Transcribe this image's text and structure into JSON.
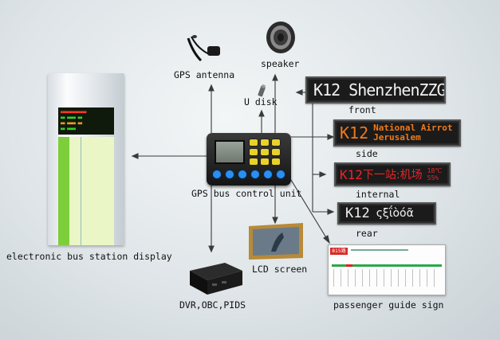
{
  "labels": {
    "gps_antenna": "GPS antenna",
    "speaker": "speaker",
    "u_disk": "U disk",
    "front": "front",
    "side": "side",
    "internal": "internal",
    "rear": "rear",
    "control_unit": "GPS bus control unit",
    "station_display": "electronic bus station display",
    "lcd_screen": "LCD screen",
    "dvr": "DVR,OBC,PIDS",
    "passenger_guide": "passenger guide sign"
  },
  "signs": {
    "front_text": "K12 ShenzhenZZG",
    "side_route": "K12",
    "side_line1": "National Airrot",
    "side_line2": "Jerusalem",
    "internal_route": "K12",
    "internal_text": "下一站:机场",
    "internal_small1": "18℃",
    "internal_small2": "55%",
    "rear_route": "K12",
    "rear_text": "ςξΐὸόᾶ"
  },
  "guide": {
    "route": "815路"
  },
  "colors": {
    "amber": "#f07a1a",
    "red": "#e8262a",
    "green": "#7ccf3a",
    "led_bg": "#1b1b1b"
  }
}
